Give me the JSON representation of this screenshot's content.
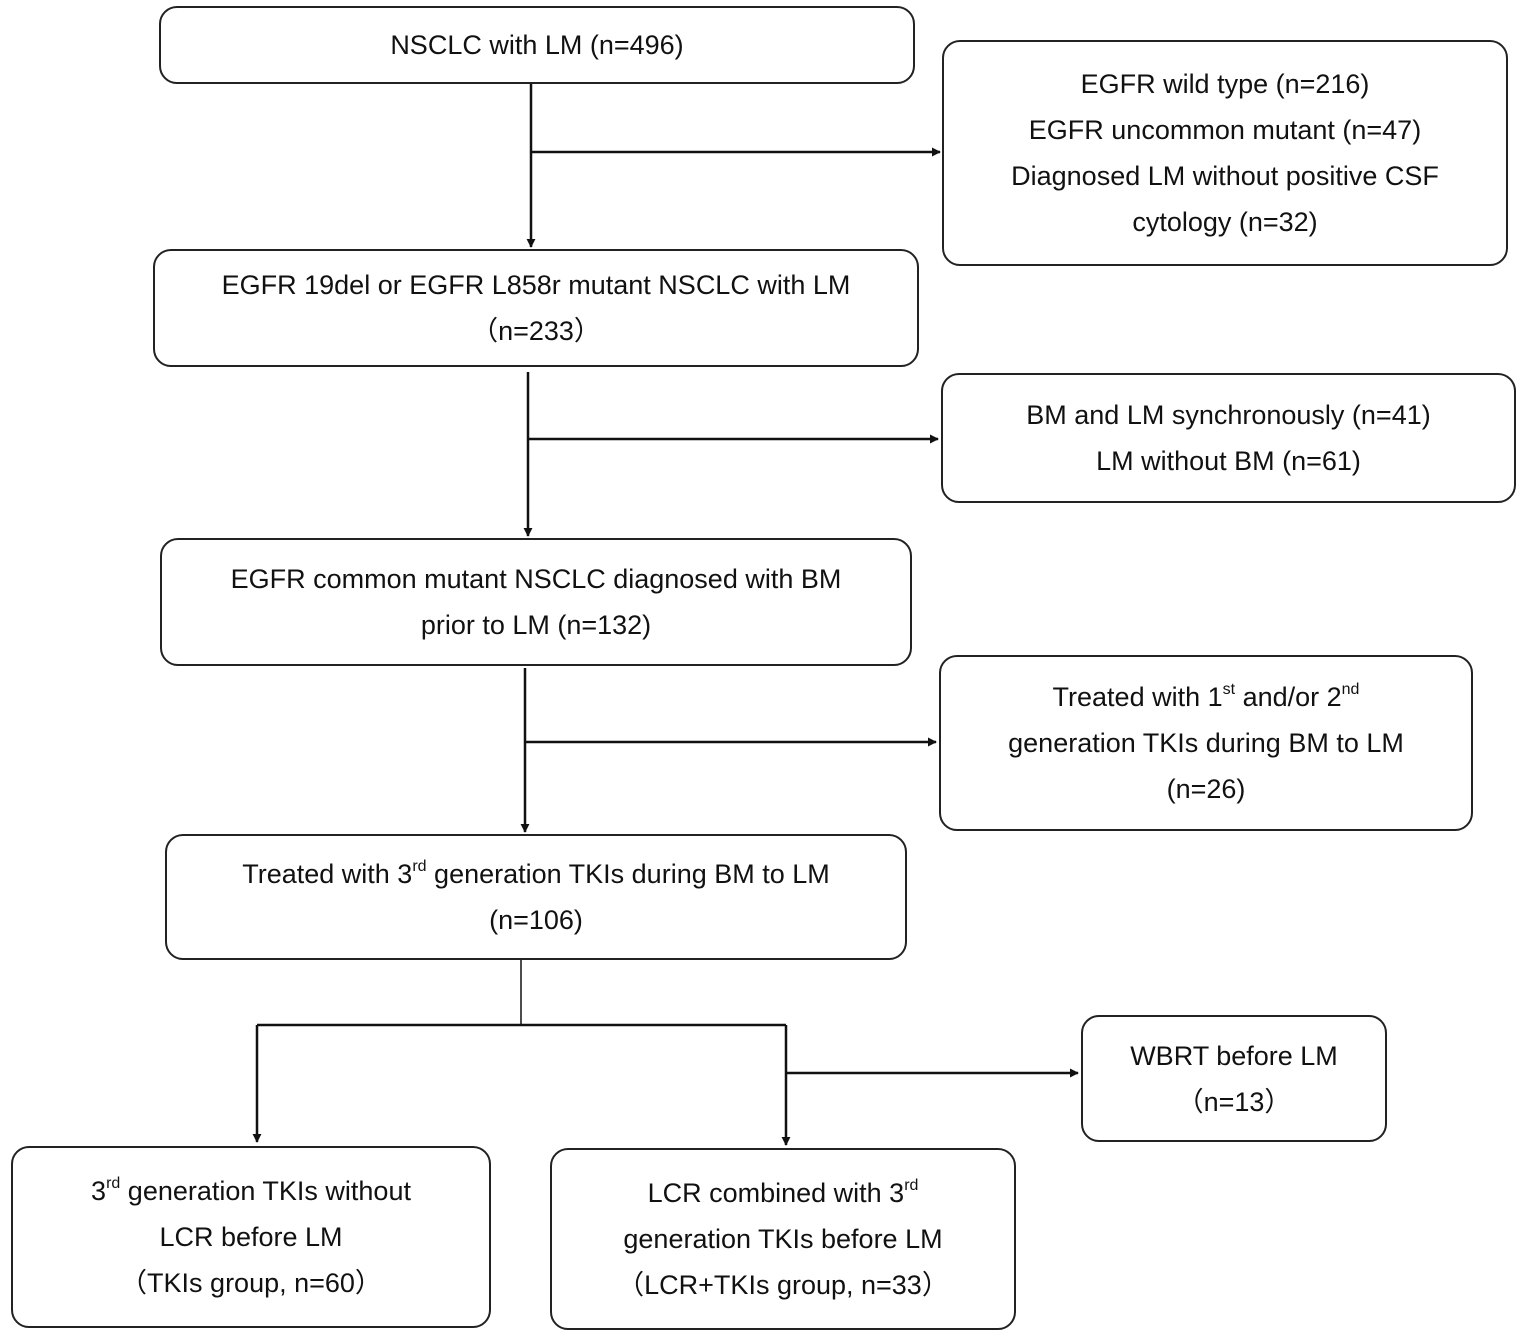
{
  "flow": {
    "b1": {
      "lines": [
        "NSCLC with LM (n=496)"
      ]
    },
    "x1": {
      "lines": [
        "EGFR wild type (n=216)",
        "EGFR uncommon mutant (n=47)",
        "Diagnosed LM without positive CSF",
        "cytology (n=32)"
      ]
    },
    "b2": {
      "lines": [
        "EGFR 19del or EGFR L858r mutant NSCLC with LM",
        "（n=233）"
      ]
    },
    "x2": {
      "lines": [
        "BM and LM synchronously (n=41)",
        "LM without BM (n=61)"
      ]
    },
    "b3": {
      "lines": [
        "EGFR common mutant NSCLC diagnosed with BM",
        "prior to LM (n=132)"
      ]
    },
    "x3": {
      "l1_pre": "Treated with 1",
      "l1_sup1": "st",
      "l1_mid": " and/or 2",
      "l1_sup2": "nd",
      "l2": "generation TKIs during BM to LM",
      "l3": "(n=26)"
    },
    "b4": {
      "l1_pre": "Treated with 3",
      "l1_sup": "rd",
      "l1_post": " generation TKIs during BM to LM",
      "l2": "(n=106)"
    },
    "x4": {
      "lines": [
        "WBRT before LM",
        "（n=13）"
      ]
    },
    "g1": {
      "l1_pre": "3",
      "l1_sup": "rd",
      "l1_post": " generation TKIs without",
      "l2": "LCR before LM",
      "l3": "（TKIs group, n=60）"
    },
    "g2": {
      "l1_pre": "LCR combined with 3",
      "l1_sup": "rd",
      "l2": "generation TKIs before LM",
      "l3": "（LCR+TKIs group, n=33）"
    }
  }
}
